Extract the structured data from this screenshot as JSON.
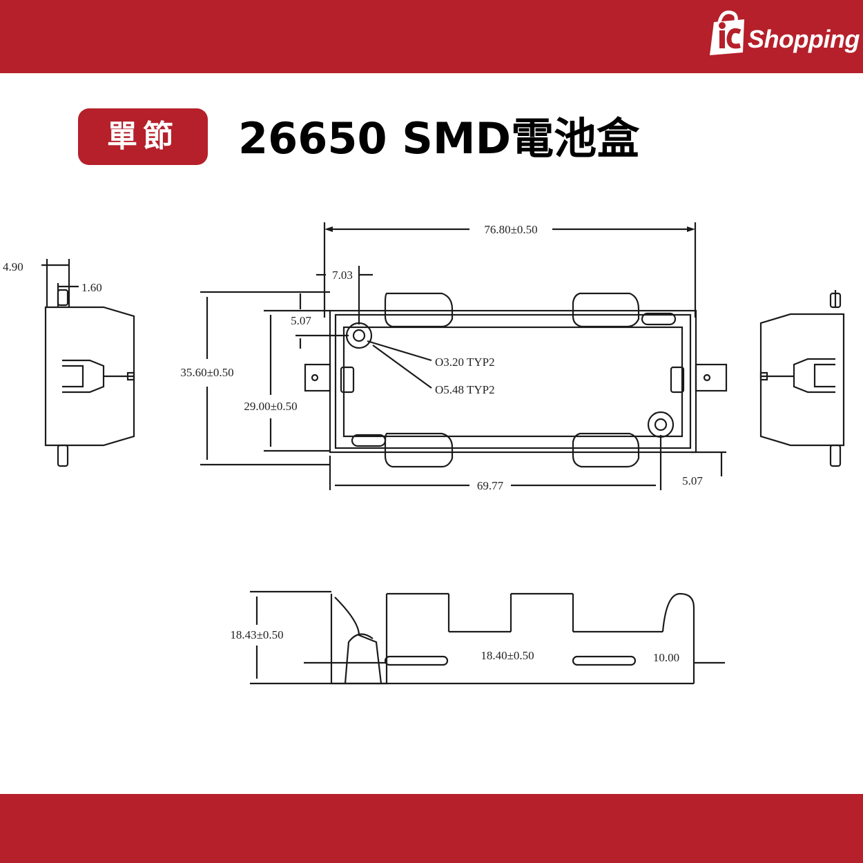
{
  "brand": {
    "logo_text": "Shopping",
    "logo_mark": "iC"
  },
  "badge": {
    "label": "單節"
  },
  "title": {
    "text": "26650 SMD電池盒"
  },
  "dimensions": {
    "width_overall": "76.80±0.50",
    "height_overall": "35.60±0.50",
    "inner_height": "29.00±0.50",
    "hole_offset_x": "7.03",
    "hole_offset_y_top": "5.07",
    "hole_offset_y_bottom": "5.07",
    "hole_span": "69.77",
    "hole_small": "O3.20 TYP2",
    "hole_large": "O5.48 TYP2",
    "side_top_width": "4.90",
    "side_tab_width": "1.60",
    "front_height": "18.43±0.50",
    "front_slot": "18.40±0.50",
    "front_tab": "10.00"
  },
  "colors": {
    "brand_red": "#b5202a"
  }
}
